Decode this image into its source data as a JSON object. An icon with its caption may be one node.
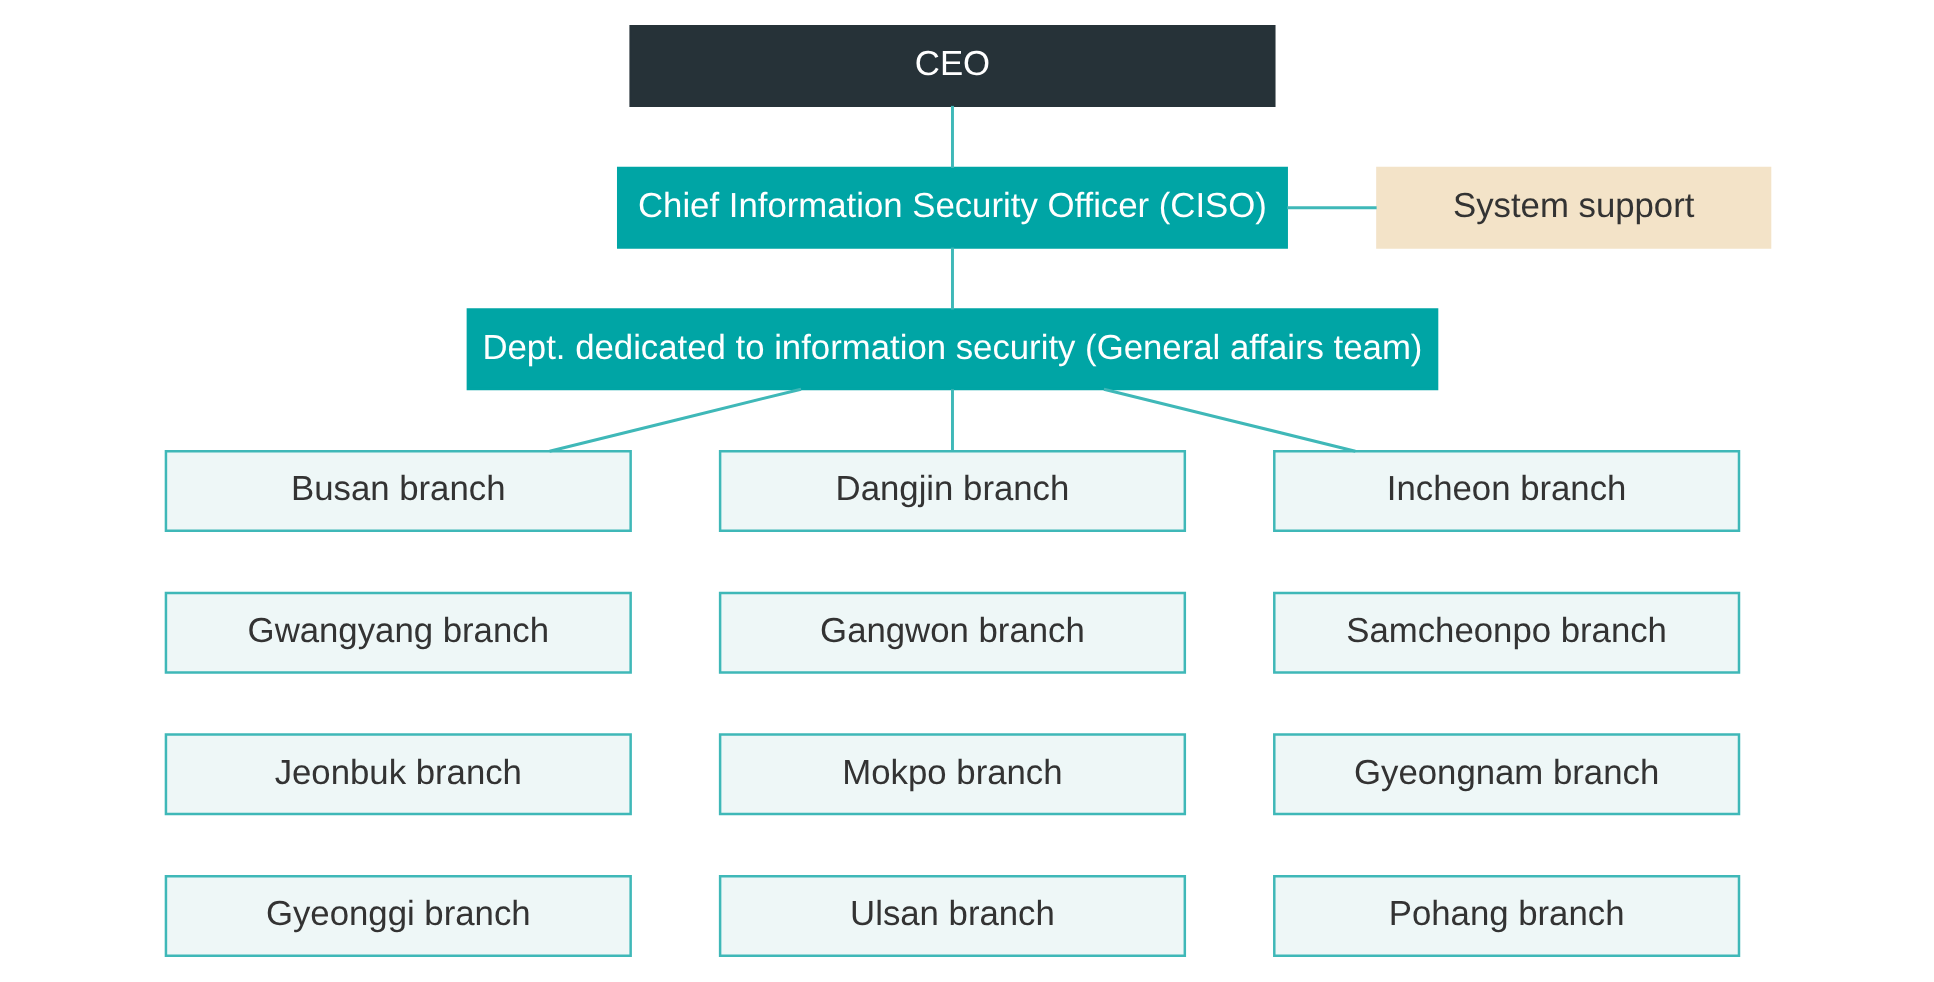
{
  "diagram": {
    "nodes": [
      {
        "text": [
          "CEO"
        ]
      },
      {
        "text": [
          "Chief Information Security Officer (CISO)"
        ]
      },
      {
        "text": [
          "System support"
        ]
      },
      {
        "text": [
          "Dept. dedicated to information security (General affairs team)"
        ]
      },
      {
        "text": [
          "Busan branch"
        ]
      },
      {
        "text": [
          "Dangjin branch"
        ]
      },
      {
        "text": [
          "Incheon branch"
        ]
      },
      {
        "text": [
          "Gwangyang branch"
        ]
      },
      {
        "text": [
          "Gangwon branch"
        ]
      },
      {
        "text": [
          "Samcheonpo branch"
        ]
      },
      {
        "text": [
          "Jeonbuk branch"
        ]
      },
      {
        "text": [
          "Mokpo branch"
        ]
      },
      {
        "text": [
          "Gyeongnam branch"
        ]
      },
      {
        "text": [
          "Gyeonggi branch"
        ]
      },
      {
        "text": [
          "Ulsan branch"
        ]
      },
      {
        "text": [
          "Pohang branch"
        ]
      }
    ],
    "edges": [
      {
        "from": 0,
        "to": 1,
        "arrow": "none"
      },
      {
        "from": 1,
        "to": 3,
        "arrow": "none"
      },
      {
        "from": 1,
        "to": 2,
        "arrow": "none"
      },
      {
        "from": 3,
        "to": 4,
        "arrow": "none"
      },
      {
        "from": 3,
        "to": 5,
        "arrow": "none"
      },
      {
        "from": 3,
        "to": 6,
        "arrow": "none"
      }
    ]
  }
}
